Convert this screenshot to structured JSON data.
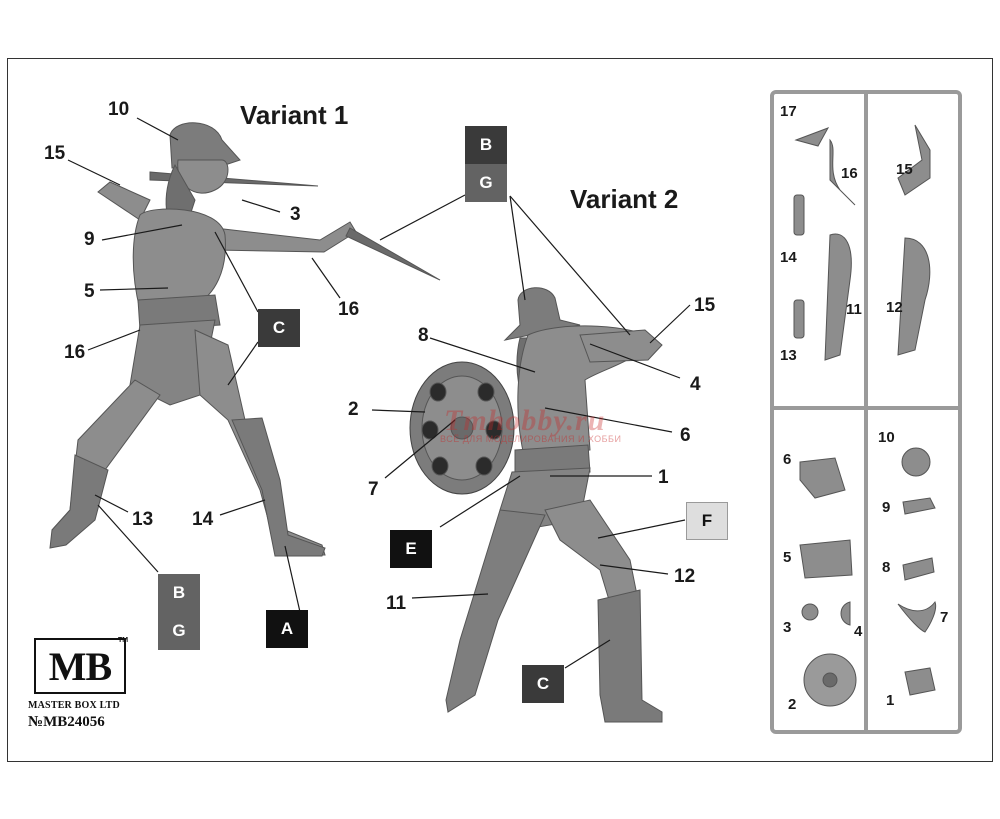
{
  "headings": {
    "variant1": "Variant 1",
    "variant2": "Variant 2"
  },
  "figure1_labels": [
    "10",
    "15",
    "3",
    "9",
    "5",
    "16",
    "16",
    "13",
    "14"
  ],
  "figure2_labels": [
    "8",
    "15",
    "2",
    "4",
    "6",
    "7",
    "1",
    "12",
    "11"
  ],
  "color_boxes": [
    {
      "letter": "B",
      "shade": "dark"
    },
    {
      "letter": "G",
      "shade": "mid"
    },
    {
      "letter": "C",
      "shade": "dark"
    },
    {
      "letter": "B",
      "shade": "mid"
    },
    {
      "letter": "G",
      "shade": "mid"
    },
    {
      "letter": "A",
      "shade": "black"
    },
    {
      "letter": "E",
      "shade": "black"
    },
    {
      "letter": "F",
      "shade": "light"
    },
    {
      "letter": "C",
      "shade": "dark"
    }
  ],
  "sprue_top_labels": [
    "17",
    "16",
    "15",
    "14",
    "11",
    "12",
    "13"
  ],
  "sprue_bottom_labels": [
    "10",
    "6",
    "9",
    "5",
    "8",
    "3",
    "4",
    "7",
    "2",
    "1"
  ],
  "brand": {
    "logo": "MB",
    "trademark": "TM",
    "maker": "MASTER BOX LTD",
    "catalog": "№MB24056"
  },
  "watermark": {
    "text": "Tmhobby.ru",
    "subtext": "ВСЁ ДЛЯ МОДЕЛИРОВАНИЯ И ХОББИ"
  },
  "colors": {
    "figure": "#8d8d8d",
    "figure_shadow": "#6f6f6f",
    "sprue": "#9a9a9a",
    "line": "#1a1a1a",
    "box_dark": "#3a3a3a",
    "box_mid": "#636363",
    "box_black": "#111111",
    "box_light": "#dedede"
  },
  "icons": [
    "helmet-icon",
    "shield-icon",
    "sword-icon",
    "dagger-icon"
  ]
}
